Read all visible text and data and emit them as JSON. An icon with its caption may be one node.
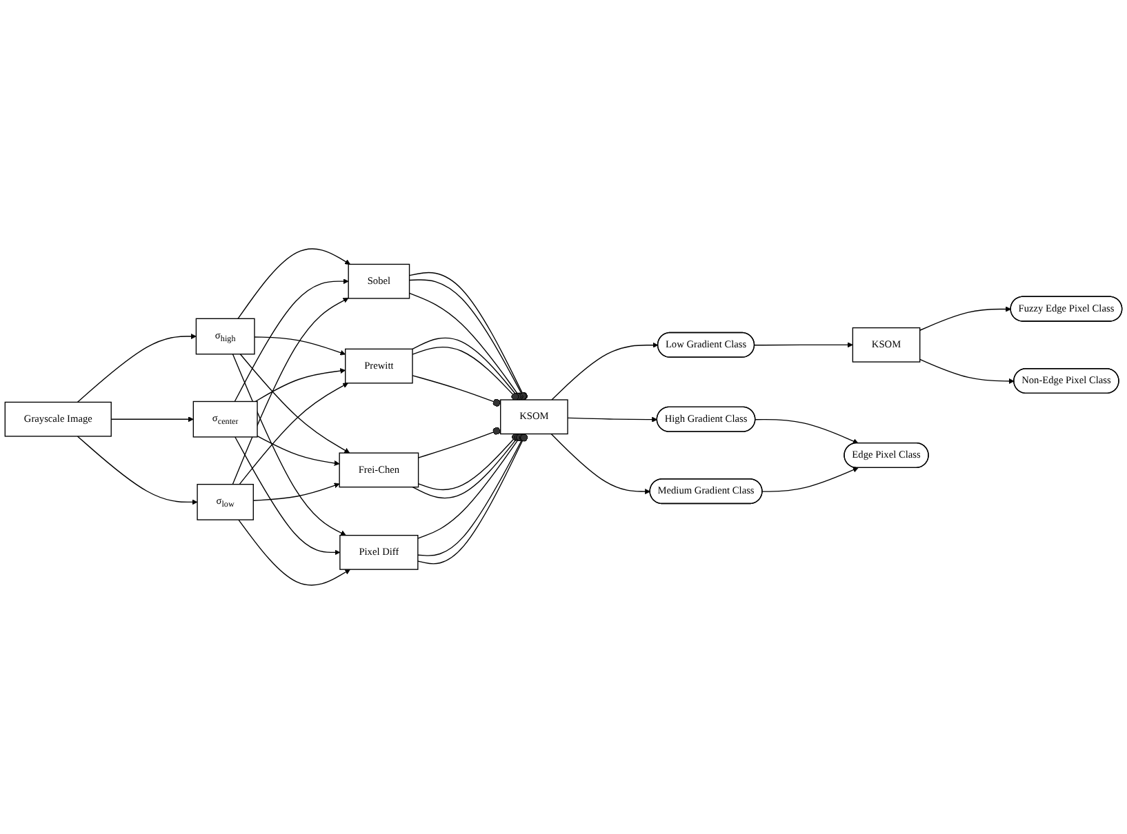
{
  "diagram": {
    "nodes": [
      {
        "text": [
          "Grayscale Image"
        ]
      },
      {
        "text": [
          "σ$_{high}$"
        ]
      },
      {
        "text": [
          "σ$_{center}$"
        ]
      },
      {
        "text": [
          "σ$_{low}$"
        ]
      },
      {
        "text": [
          "Sobel"
        ]
      },
      {
        "text": [
          "Prewitt"
        ]
      },
      {
        "text": [
          "Frei-Chen"
        ]
      },
      {
        "text": [
          "Pixel Diff"
        ]
      },
      {
        "text": [
          "KSOM"
        ]
      },
      {
        "text": [
          "High Gradient Class"
        ]
      },
      {
        "text": [
          "Medium Gradient Class"
        ]
      },
      {
        "text": [
          "Low Gradient Class"
        ]
      },
      {
        "text": [
          "KSOM"
        ]
      },
      {
        "text": [
          "Edge Pixel Class"
        ]
      },
      {
        "text": [
          "Fuzzy Edge Pixel Class"
        ]
      },
      {
        "text": [
          "Non-Edge Pixel Class"
        ]
      }
    ],
    "edges": [
      {
        "from": 0,
        "to": 1,
        "arrow": "to"
      },
      {
        "from": 0,
        "to": 2,
        "arrow": "to"
      },
      {
        "from": 0,
        "to": 3,
        "arrow": "to"
      },
      {
        "from": 1,
        "to": 4,
        "arrow": "to"
      },
      {
        "from": 1,
        "to": 5,
        "arrow": "to"
      },
      {
        "from": 1,
        "to": 6,
        "arrow": "to"
      },
      {
        "from": 1,
        "to": 7,
        "arrow": "to"
      },
      {
        "from": 2,
        "to": 4,
        "arrow": "to"
      },
      {
        "from": 2,
        "to": 5,
        "arrow": "to"
      },
      {
        "from": 2,
        "to": 6,
        "arrow": "to"
      },
      {
        "from": 2,
        "to": 7,
        "arrow": "to"
      },
      {
        "from": 3,
        "to": 4,
        "arrow": "to"
      },
      {
        "from": 3,
        "to": 5,
        "arrow": "to"
      },
      {
        "from": 3,
        "to": 6,
        "arrow": "to"
      },
      {
        "from": 3,
        "to": 7,
        "arrow": "to"
      },
      {
        "from": 4,
        "to": 8,
        "arrow": "other"
      },
      {
        "from": 4,
        "to": 8,
        "arrow": "other"
      },
      {
        "from": 4,
        "to": 8,
        "arrow": "other"
      },
      {
        "from": 5,
        "to": 8,
        "arrow": "other"
      },
      {
        "from": 5,
        "to": 8,
        "arrow": "other"
      },
      {
        "from": 5,
        "to": 8,
        "arrow": "other"
      },
      {
        "from": 6,
        "to": 8,
        "arrow": "other"
      },
      {
        "from": 6,
        "to": 8,
        "arrow": "other"
      },
      {
        "from": 6,
        "to": 8,
        "arrow": "other"
      },
      {
        "from": 7,
        "to": 8,
        "arrow": "other"
      },
      {
        "from": 7,
        "to": 8,
        "arrow": "other"
      },
      {
        "from": 7,
        "to": 8,
        "arrow": "other"
      },
      {
        "from": 8,
        "to": 9,
        "arrow": "to"
      },
      {
        "from": 8,
        "to": 10,
        "arrow": "to"
      },
      {
        "from": 8,
        "to": 11,
        "arrow": "to"
      },
      {
        "from": 9,
        "to": 13,
        "arrow": "to"
      },
      {
        "from": 10,
        "to": 13,
        "arrow": "to"
      },
      {
        "from": 11,
        "to": 12,
        "arrow": "to"
      },
      {
        "from": 12,
        "to": 14,
        "arrow": "to"
      },
      {
        "from": 12,
        "to": 15,
        "arrow": "to"
      }
    ]
  }
}
